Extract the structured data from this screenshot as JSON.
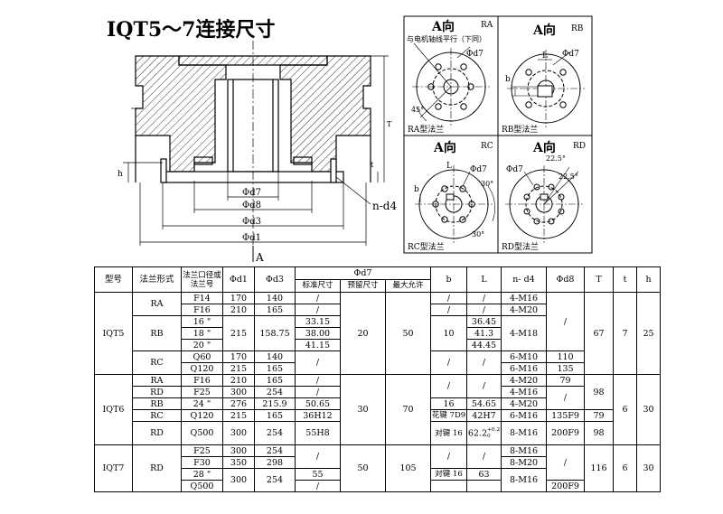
{
  "title": "IQT5～7连接尺寸",
  "main_view": {
    "dims": {
      "d7": "Φd7",
      "d8": "Φd8",
      "d3": "Φd3",
      "d1": "Φd1",
      "h": "h",
      "t": "t",
      "T": "T",
      "nd4": "n-d4"
    },
    "view_arrow": "A"
  },
  "views": [
    {
      "id": "RA",
      "dir": "A向",
      "note": "与电机轴线平行（下同）",
      "d7": "Φd7",
      "angle": "45°",
      "caption": "RA型法兰"
    },
    {
      "id": "RB",
      "dir": "A向",
      "b": "b",
      "L": "L",
      "d7": "Φd7",
      "caption": "RB型法兰"
    },
    {
      "id": "RC",
      "dir": "A向",
      "b": "b",
      "L": "L",
      "d7": "Φd7",
      "angle1": "30°",
      "angle2": "30°",
      "caption": "RC型法兰"
    },
    {
      "id": "RD",
      "dir": "A向",
      "d7": "Φd7",
      "angle1": "22.5°",
      "angle2": "22.5°",
      "caption": "RD型法兰"
    }
  ],
  "table": {
    "headers": {
      "model": "型号",
      "flange_form": "法兰形式",
      "bore": "法兰口径或法兰号",
      "d1": "Φd1",
      "d3": "Φd3",
      "d7": "Φd7",
      "d7_std": "标准尺寸",
      "d7_pre": "预留尺寸",
      "d7_max": "最大允许",
      "b": "b",
      "L": "L",
      "nd4": "n- d4",
      "d8": "Φd8",
      "T": "T",
      "t": "t",
      "h": "h"
    },
    "iqt5": {
      "model": "IQT5",
      "ra": "RA",
      "rb": "RB",
      "rc": "RC",
      "r1": {
        "bore": "F14",
        "d1": "170",
        "d3": "140",
        "d7_std": "/",
        "b": "/",
        "L": "/",
        "nd4": "4-M16"
      },
      "r2": {
        "bore": "F16",
        "d1": "210",
        "d3": "165",
        "d7_std": "/",
        "b": "/",
        "L": "/",
        "nd4": "4-M20"
      },
      "r3": {
        "bore": "16 \"",
        "d7_std": "33.15",
        "L": "36.45"
      },
      "r4": {
        "bore": "18 \"",
        "d7_std": "38.00",
        "L": "41.3",
        "nd4": "4-M18"
      },
      "r5": {
        "bore": "20 \"",
        "d7_std": "41.15",
        "L": "44.45"
      },
      "r6": {
        "bore": "Q60",
        "d1": "170",
        "d3": "140",
        "d7_std": "/",
        "b": "/",
        "L": "/",
        "nd4": "6-M10",
        "d8": "110"
      },
      "r7": {
        "bore": "Q120",
        "d1": "215",
        "d3": "165",
        "d7_std": "/",
        "nd4": "6-M16",
        "d8": "135"
      },
      "d1_rb": "215",
      "d3_rb": "158.75",
      "d7_pre": "20",
      "d7_max": "50",
      "b_rb": "10",
      "d8_top": "/",
      "T": "67",
      "t": "7",
      "h": "25"
    },
    "iqt6": {
      "model": "IQT6",
      "r1": {
        "form": "RA",
        "bore": "F16",
        "d1": "210",
        "d3": "165",
        "d7_std": "/",
        "nd4": "4-M20",
        "d8": "79"
      },
      "r2": {
        "form": "RD",
        "bore": "F25",
        "d1": "300",
        "d3": "254",
        "d7_std": "/",
        "nd4": "4-M16"
      },
      "r3": {
        "form": "RB",
        "bore": "24 \"",
        "d1": "276",
        "d3": "215.9",
        "d7_std": "50.65",
        "b": "16",
        "L": "54.65",
        "nd4": "4-M20"
      },
      "r4": {
        "form": "RC",
        "bore": "Q120",
        "d1": "215",
        "d3": "165",
        "d7_std": "36H12",
        "b": "花键 7D9",
        "L": "42H7",
        "nd4": "6-M16",
        "d8": "135F9",
        "T": "79"
      },
      "r5": {
        "form": "RD",
        "bore": "Q500",
        "d1": "300",
        "d3": "254",
        "d7_std": "55H8",
        "b": "对键 16",
        "L_main": "62.2",
        "L_tol_up": "+0.2",
        "L_tol_low": "0",
        "nd4": "8-M16",
        "d8": "200F9",
        "T": "98"
      },
      "b_top": "/",
      "L_top": "/",
      "d8_mid": "/",
      "T_mid": "98",
      "d7_pre": "30",
      "d7_max": "70",
      "t": "6",
      "h": "30"
    },
    "iqt7": {
      "model": "IQT7",
      "form": "RD",
      "r1": {
        "bore": "F25",
        "d1": "300",
        "d3": "254",
        "nd4": "8-M16"
      },
      "r2": {
        "bore": "F30",
        "d1": "350",
        "d3": "298",
        "nd4": "8-M20"
      },
      "r3": {
        "bore": "28 \"",
        "nd4": "8-M16"
      },
      "r4": {
        "bore": "Q500",
        "d7_std": "/",
        "d8": "200F9"
      },
      "d1_b": "300",
      "d3_b": "254",
      "d7_std_top": "/",
      "d7_std_mid": "55",
      "b_top": "/",
      "L_top": "/",
      "b_key": "对键 16",
      "L_key": "63",
      "d8_top": "/",
      "d7_pre": "50",
      "d7_max": "105",
      "T": "116",
      "t": "6",
      "h": "30"
    }
  }
}
